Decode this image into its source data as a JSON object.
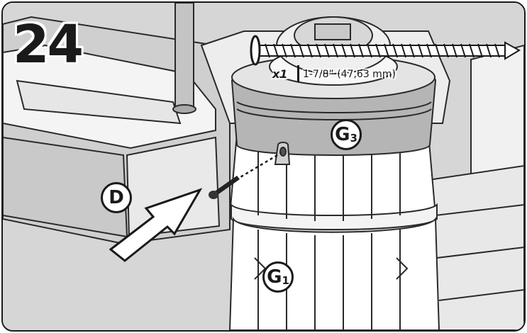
{
  "step": {
    "number": "24"
  },
  "hardware": {
    "quantity": "x1",
    "size": "1-7/8” (47,63 mm)",
    "icon": "screw-icon"
  },
  "parts": {
    "g3": {
      "letter": "G",
      "sub": "3"
    },
    "d": {
      "letter": "D"
    },
    "g1": {
      "letter": "G",
      "sub": "1"
    }
  },
  "colors": {
    "outline": "#1a1a1a",
    "plastic": "#ffffff",
    "background": "#d9d9d9"
  }
}
